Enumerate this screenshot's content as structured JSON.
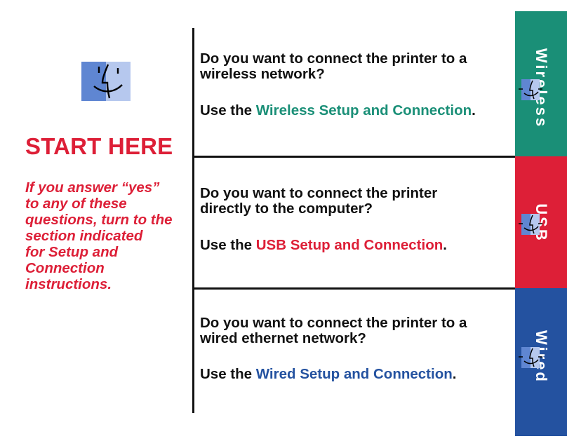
{
  "sidebar": {
    "logo_icon": "finder-face-icon",
    "title": "START HERE",
    "instructions": [
      "If you answer “yes”",
      "to any of these",
      "questions, turn to the",
      "section indicated",
      "for Setup and",
      "Connection",
      "instructions."
    ]
  },
  "sections": [
    {
      "question": [
        "Do you want to connect the printer to a",
        "wireless network?"
      ],
      "use_prefix": "Use the ",
      "link": "Wireless Setup and Connection",
      "use_suffix": ".",
      "tab_label": "Wireless",
      "color": "#1a8f77"
    },
    {
      "question": [
        "Do you want to connect the printer",
        "directly to the computer?"
      ],
      "use_prefix": "Use the ",
      "link": "USB Setup and Connection",
      "use_suffix": ".",
      "tab_label": "USB",
      "color": "#dd1f37"
    },
    {
      "question": [
        "Do you want to connect the printer to a",
        "wired ethernet network?"
      ],
      "use_prefix": "Use the ",
      "link": "Wired Setup and Connection",
      "use_suffix": ".",
      "tab_label": "Wired",
      "color": "#2452a0"
    }
  ],
  "colors": {
    "start_red": "#dd1f37",
    "wireless_teal": "#1a8f77",
    "usb_red": "#dd1f37",
    "wired_blue": "#2452a0"
  }
}
